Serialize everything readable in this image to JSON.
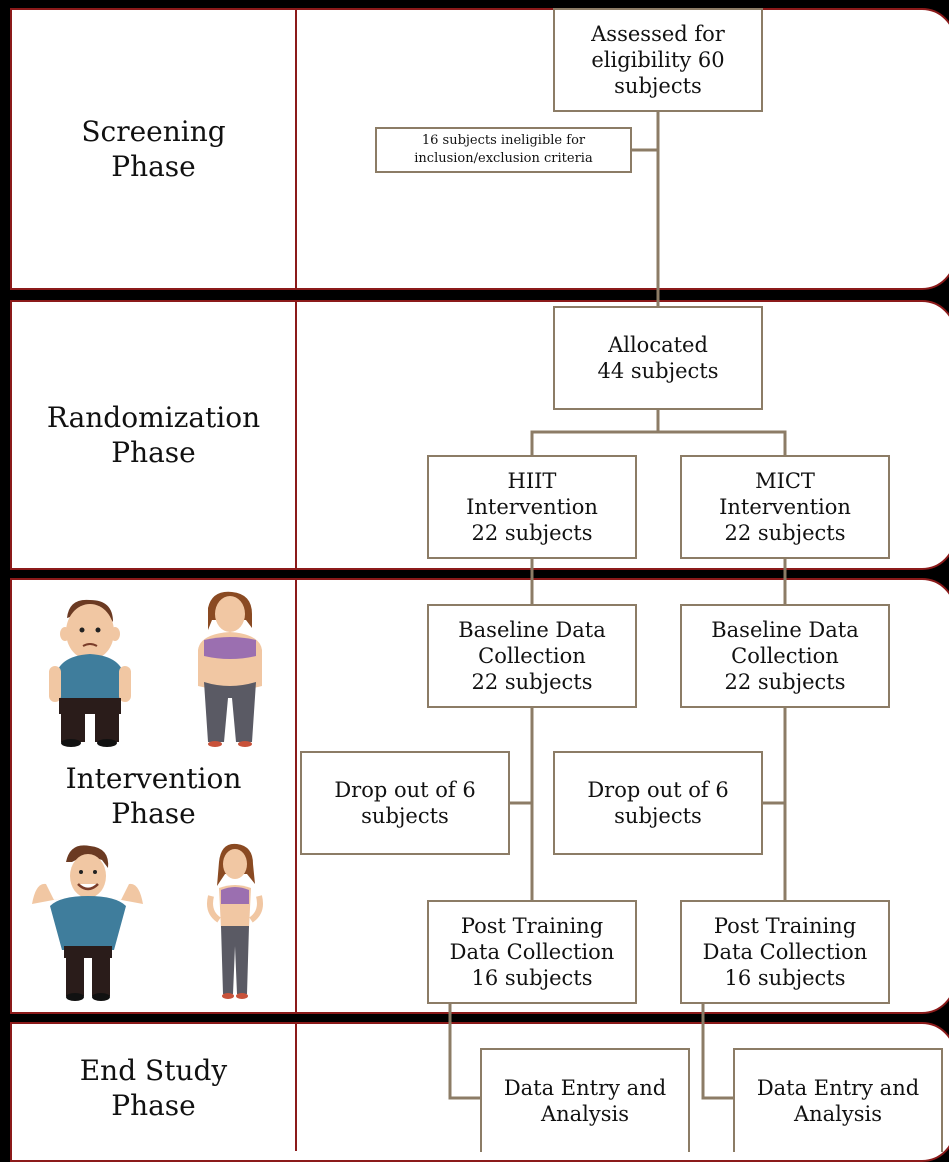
{
  "phases": {
    "screening": "Screening\nPhase",
    "randomization": "Randomization\nPhase",
    "intervention": "Intervention\nPhase",
    "end_study": "End Study\nPhase"
  },
  "boxes": {
    "assessed": "Assessed for\neligibility 60\nsubjects",
    "ineligible": "16 subjects ineligible for\ninclusion/exclusion criteria",
    "allocated": "Allocated\n44 subjects",
    "hiit": "HIIT\nIntervention\n22 subjects",
    "mict": "MICT\nIntervention\n22 subjects",
    "baseline_hiit": "Baseline Data\nCollection\n22 subjects",
    "baseline_mict": "Baseline Data\nCollection\n22 subjects",
    "dropout_hiit": "Drop out of  6\nsubjects",
    "dropout_mict": "Drop out of  6\nsubjects",
    "post_hiit": "Post Training\nData Collection\n16 subjects",
    "post_mict": "Post Training\nData Collection\n16 subjects",
    "analysis_hiit": "Data Entry and\nAnalysis",
    "analysis_mict": "Data Entry and\nAnalysis"
  },
  "colors": {
    "band_border": "#8b1a1a",
    "connector": "#8c7c66",
    "background": "#000000"
  }
}
